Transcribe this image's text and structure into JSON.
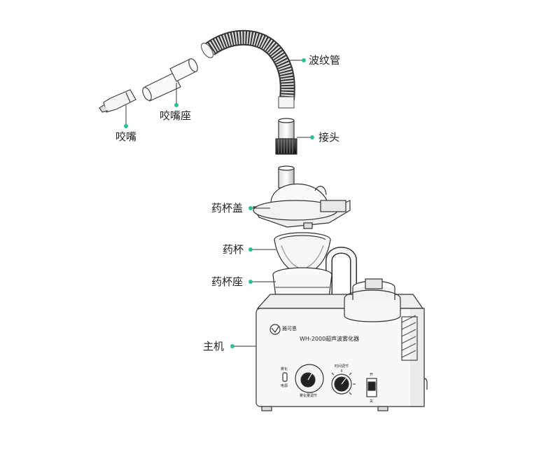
{
  "labels": {
    "corrugated_tube": "波纹管",
    "mouthpiece_holder": "咬嘴座",
    "mouthpiece": "咬嘴",
    "connector": "接头",
    "cup_lid": "药杯盖",
    "cup": "药杯",
    "cup_seat": "药杯座",
    "main_unit": "主机"
  },
  "device": {
    "brand": "雅可恩",
    "model": "WH-2000超声波雾化器",
    "knob1_label": "雾化量调节",
    "knob2_label": "时间调节",
    "left_label_top": "雾化",
    "left_label_bottom": "电源",
    "switch_top": "开",
    "switch_bottom": "关"
  },
  "colors": {
    "leader": "#2bbf9a",
    "line": "#333333"
  }
}
